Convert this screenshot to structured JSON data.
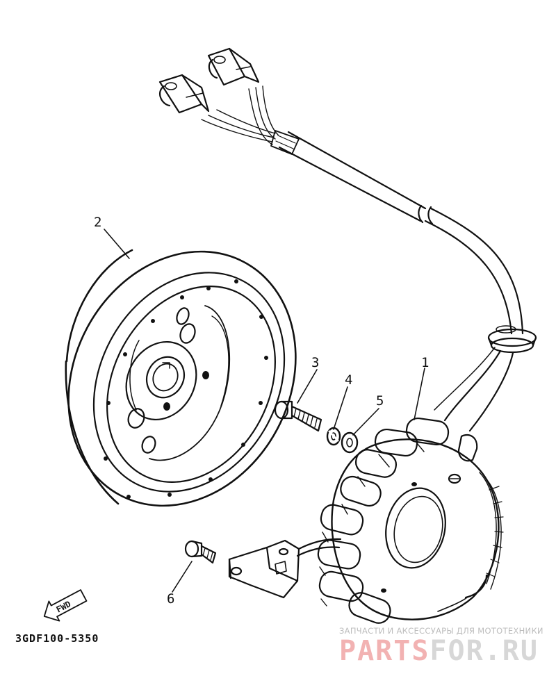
{
  "callouts": [
    {
      "id": "stator-coil",
      "label": "1"
    },
    {
      "id": "rotor",
      "label": "2"
    },
    {
      "id": "bolt",
      "label": "3"
    },
    {
      "id": "lock-washer",
      "label": "4"
    },
    {
      "id": "plain-washer",
      "label": "5"
    },
    {
      "id": "screw",
      "label": "6"
    }
  ],
  "fwd_label": "FWD",
  "diagram_code": "3GDF100-5350",
  "watermark": {
    "tagline": "ЗАПЧАСТИ И АКСЕССУАРЫ ДЛЯ МОТОТЕХНИКИ",
    "brand_a": "PARTS",
    "brand_b": "FOR.RU"
  },
  "colors": {
    "ink": "#111111",
    "watermark_red": "#f2b2b2",
    "watermark_grey": "#d7d7d7"
  }
}
